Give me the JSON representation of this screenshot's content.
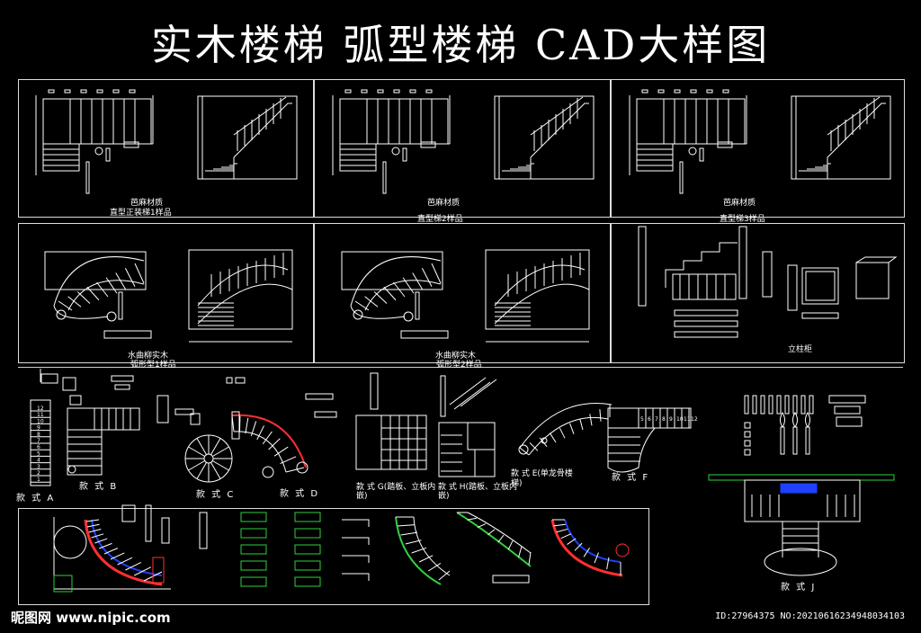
{
  "title": "实木楼梯 弧型楼梯 CAD大样图",
  "row1": {
    "material_labels": [
      "芭麻材质",
      "芭麻材质",
      "芭麻材质"
    ],
    "sample_labels": [
      "直型正装梯1样品",
      "直型梯2样品",
      "直型梯3样品"
    ]
  },
  "row2": {
    "material_labels": [
      "水曲柳实木",
      "水曲柳实木"
    ],
    "sample_labels": [
      "弧形型1样品",
      "弧形型2样品"
    ],
    "column_label": "立柱柜"
  },
  "styles": {
    "a": "款 式 A",
    "b": "款 式 B",
    "c": "款 式 C",
    "d": "款 式 D",
    "g": "款 式 G(踏板、立板内嵌)",
    "h": "款 式 H(踏板、立板内嵌)",
    "e": "款 式 E(单龙骨楼梯)",
    "f": "款 式 F",
    "j": "款 式 J"
  },
  "stair_numbers": [
    "12",
    "11",
    "10",
    "9",
    "8",
    "7",
    "6",
    "5",
    "4",
    "3",
    "2",
    "1"
  ],
  "watermark": {
    "site": "昵图网 www.nipic.com",
    "id": "ID:27964375 NO:20210616234948034103"
  },
  "colors": {
    "background": "#000000",
    "line": "#ffffff",
    "accent_red": "#ff3030",
    "accent_green": "#30d040",
    "accent_blue": "#2040ff"
  }
}
